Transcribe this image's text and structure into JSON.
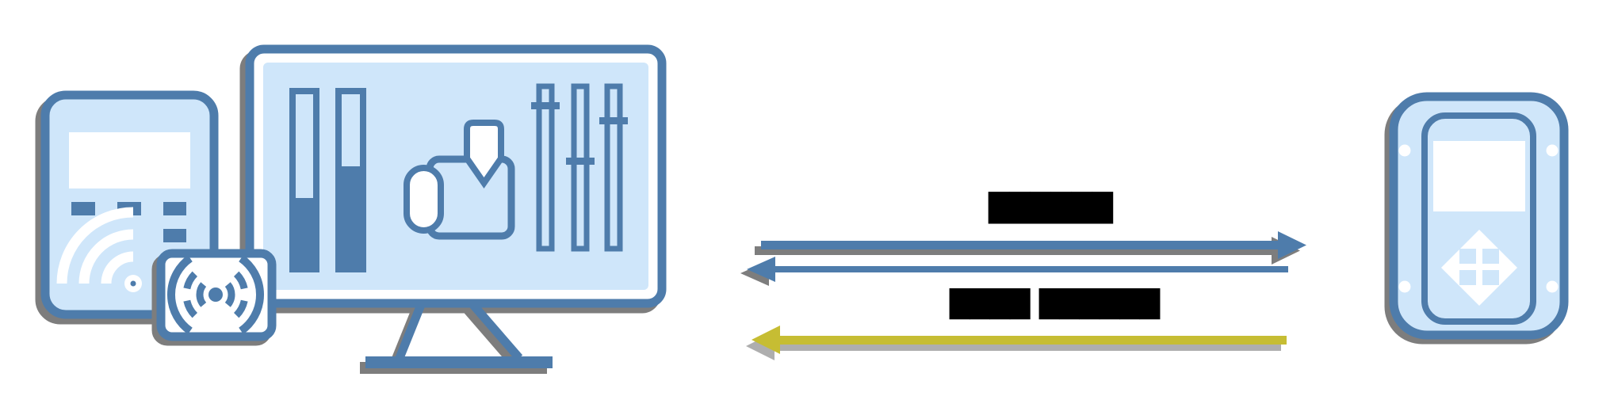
{
  "diagram": {
    "type": "device-communication-flow",
    "flow_labels": {
      "top": "██████",
      "bottom": "████ ██████"
    },
    "nodes": {
      "left_group": [
        "handheld-reader",
        "monitor-with-software",
        "smart-card"
      ],
      "right_group": [
        "wall-reader"
      ]
    },
    "arrows": [
      {
        "name": "arrow-right-blue",
        "direction": "right",
        "color": "#4e7cab"
      },
      {
        "name": "arrow-left-blue",
        "direction": "left",
        "color": "#4e7cab"
      },
      {
        "name": "arrow-left-yellow",
        "direction": "left",
        "color": "#c6bd33"
      }
    ],
    "icons": [
      "wifi-signal-icon",
      "rfid-signal-icon",
      "bar-gauge-icon",
      "download-shield-icon",
      "sliders-icon",
      "keypad-diamond-icon"
    ],
    "colors": {
      "outline_blue": "#4e7cab",
      "fill_light_blue": "#cfe6fa",
      "arrow_blue": "#4e7cab",
      "arrow_yellow": "#c6bd33",
      "shadow_dark": "#7d7d7d",
      "shadow_light": "#aeaeae",
      "label_black": "#000000"
    }
  }
}
